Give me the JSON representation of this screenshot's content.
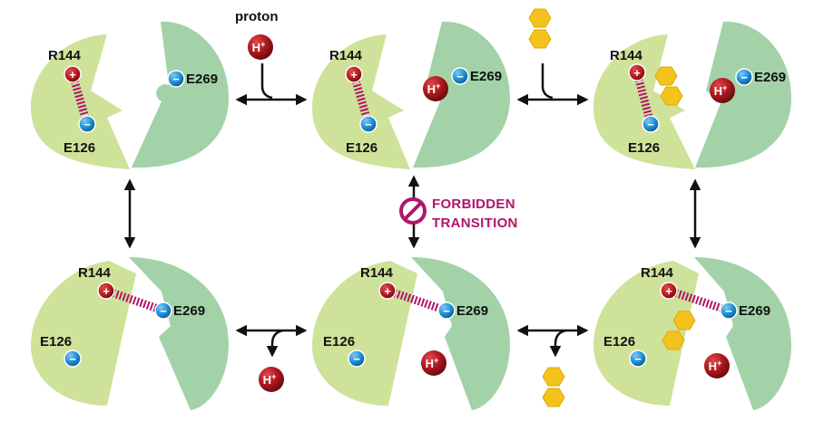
{
  "labels": {
    "proton": "proton",
    "r144": "R144",
    "e126": "E126",
    "e269": "E269",
    "plus": "+",
    "minus": "−",
    "h": "H",
    "h_sup": "+",
    "forbidden_line1": "FORBIDDEN",
    "forbidden_line2": "TRANSITION"
  },
  "colors": {
    "left_domain": "#cfe29a",
    "right_domain": "#a3d2a8",
    "positive_charge": "#b01818",
    "negative_charge": "#1e8fd6",
    "proton": "#a8181c",
    "sugar": "#f4c21c",
    "salt_bridge": "#b0156b",
    "forbidden": "#b0156b",
    "arrow": "#111111"
  },
  "icons": {
    "positive": "plus-circle",
    "negative": "minus-circle",
    "proton": "proton-ball",
    "sugar": "hexagon-pair",
    "forbidden": "prohibited-circle"
  }
}
